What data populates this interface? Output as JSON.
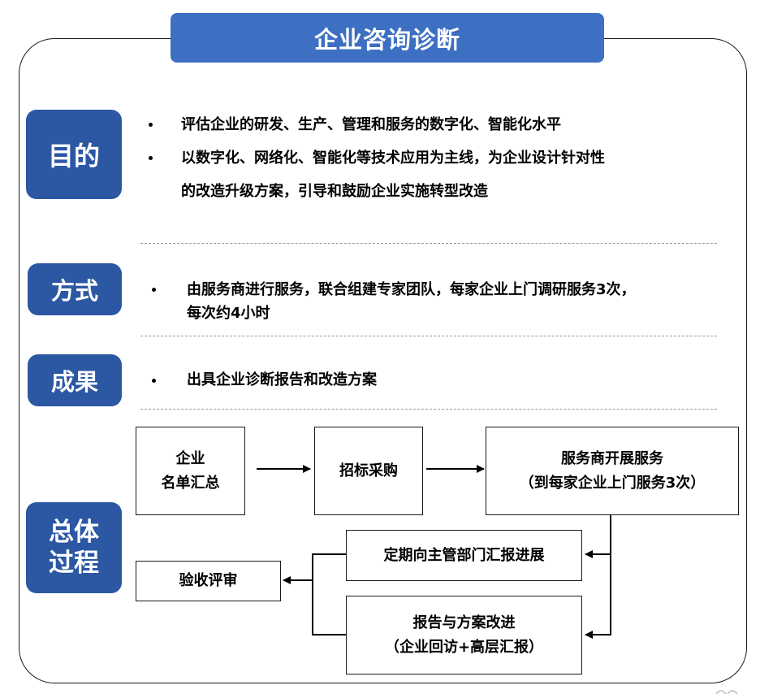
{
  "title": "企业咨询诊断",
  "sections": {
    "purpose": {
      "label": "目的",
      "bullets": [
        "评估企业的研发、生产、管理和服务的数字化、智能化水平",
        "以数字化、网络化、智能化等技术应用为主线，为企业设计针对性",
        "的改造升级方案，引导和鼓励企业实施转型改造"
      ]
    },
    "method": {
      "label": "方式",
      "bullets": [
        "由服务商进行服务，联合组建专家团队，每家企业上门调研服务3次，",
        "每次约4小时"
      ]
    },
    "result": {
      "label": "成果",
      "bullets": [
        "出具企业诊断报告和改造方案"
      ]
    },
    "process": {
      "label_line1": "总体",
      "label_line2": "过程",
      "steps": {
        "list": {
          "line1": "企业",
          "line2": "名单汇总"
        },
        "bidding": {
          "line1": "招标采购"
        },
        "service": {
          "line1": "服务商开展服务",
          "line2": "（到每家企业上门服务3次）"
        },
        "report_progress": {
          "line1": "定期向主管部门汇报进展"
        },
        "improve": {
          "line1": "报告与方案改进",
          "line2": "（企业回访+高层汇报）"
        },
        "acceptance": {
          "line1": "验收评审"
        }
      }
    }
  },
  "colors": {
    "title_bg": "#3d6fc2",
    "label_bg": "#2b57a3",
    "label_text": "#ffffff",
    "divider": "#999999"
  }
}
